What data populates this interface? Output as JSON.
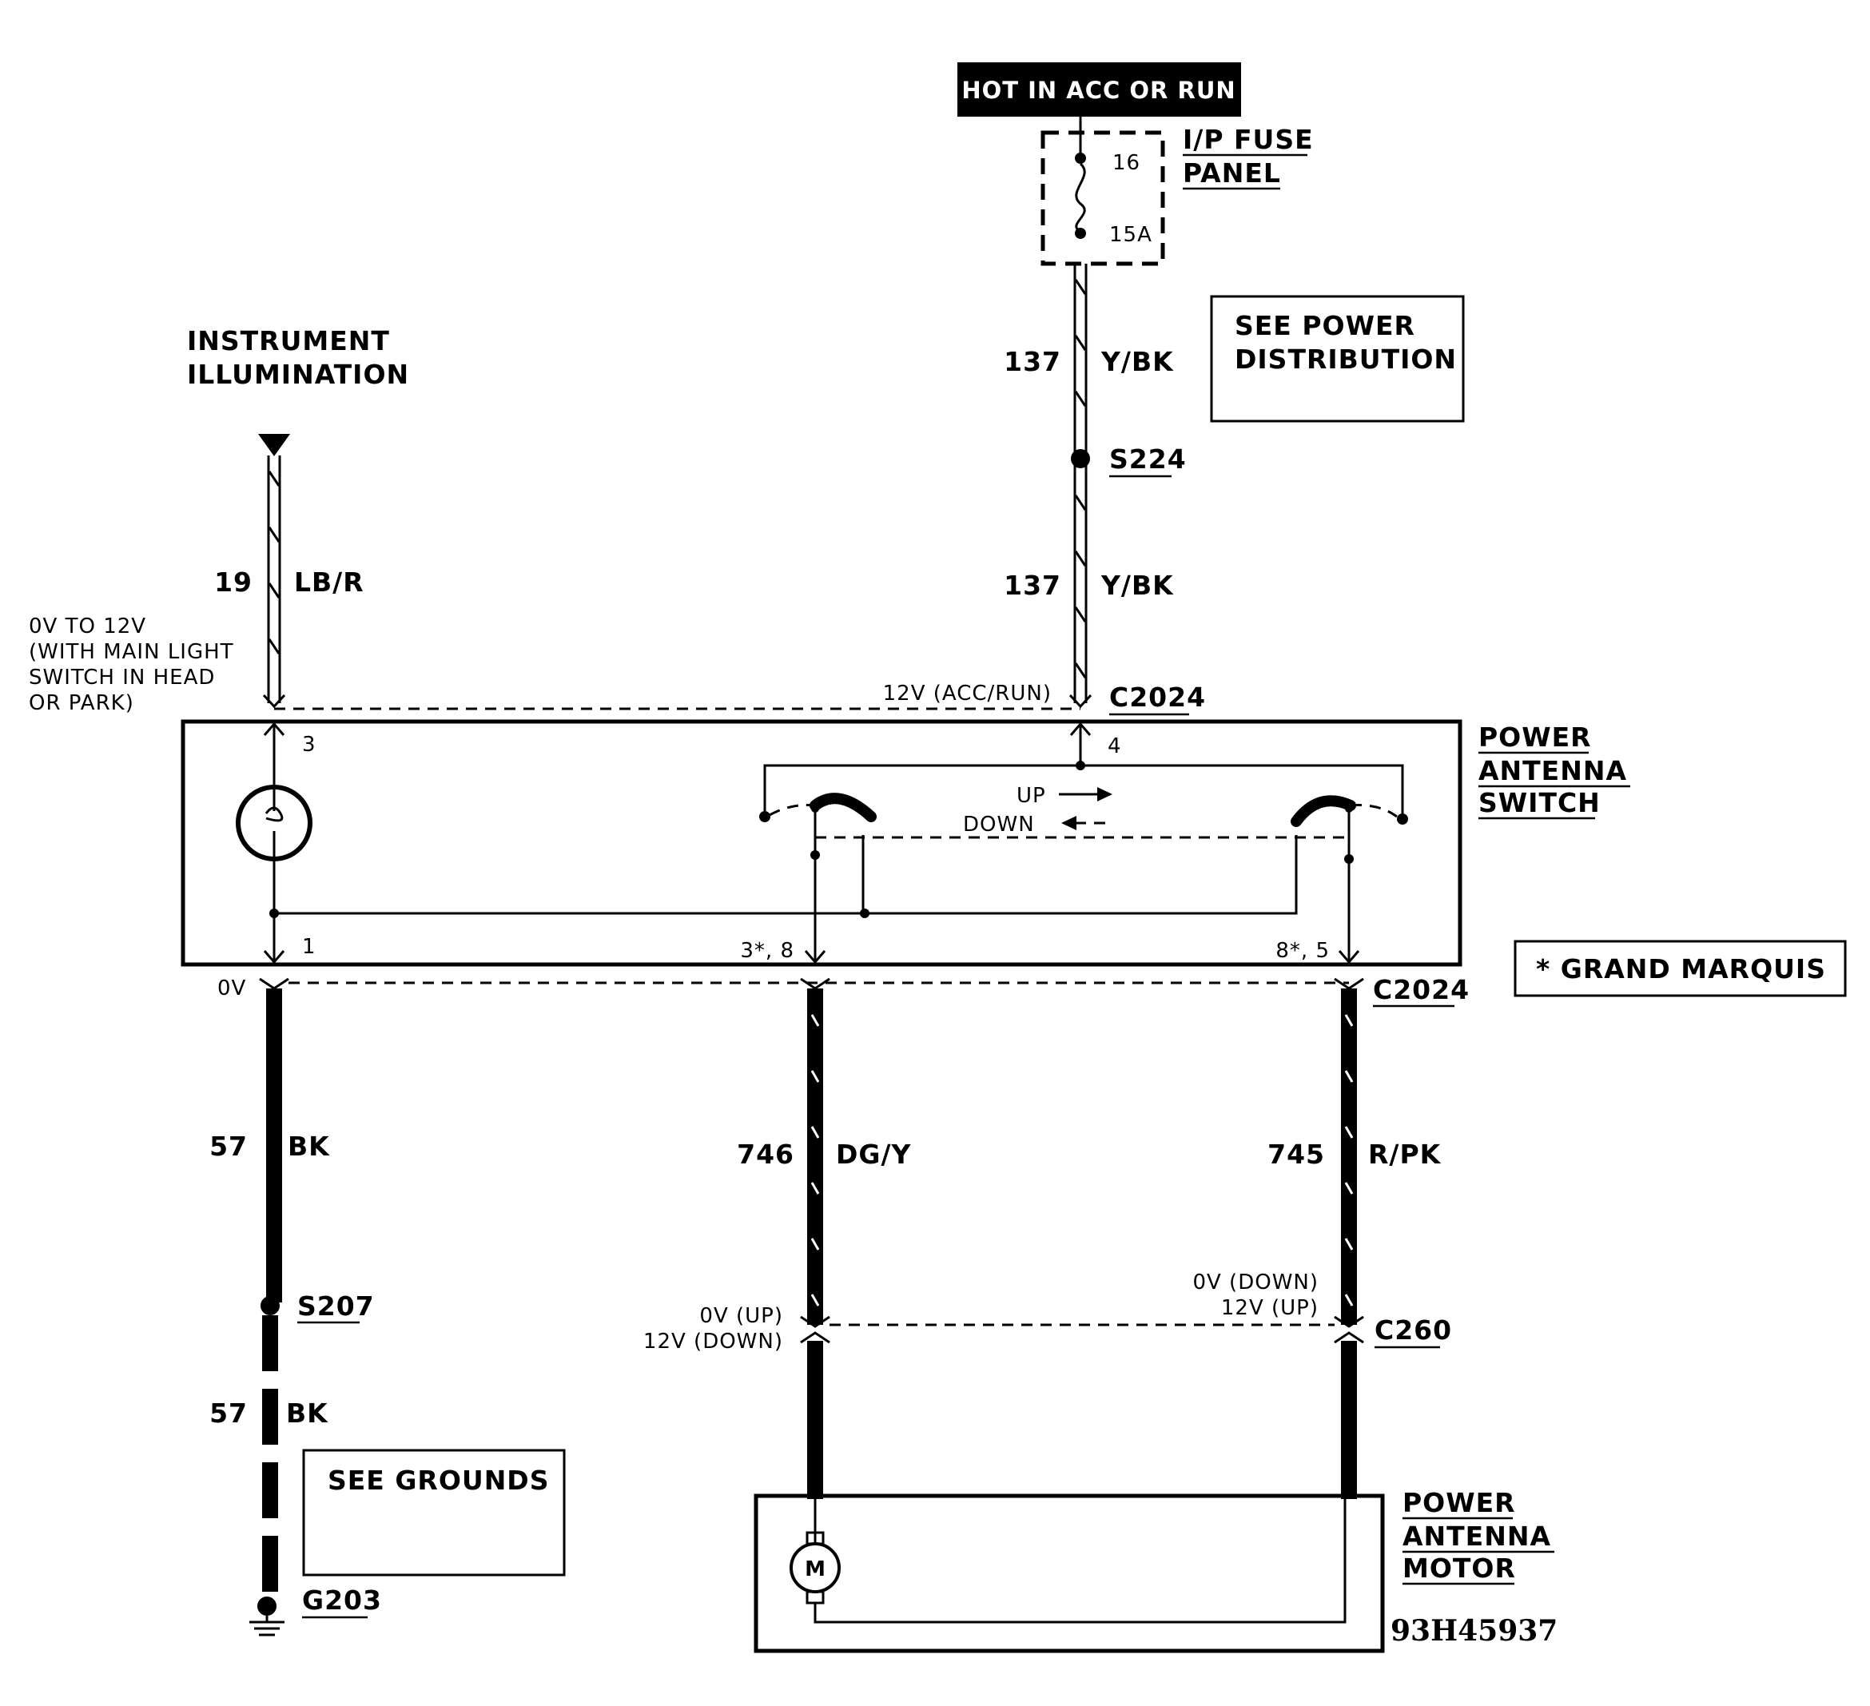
{
  "power_source": {
    "label": "HOT IN ACC OR RUN"
  },
  "fuse": {
    "panel_line1": "I/P FUSE",
    "panel_line2": "PANEL",
    "number": "16",
    "rating": "15A"
  },
  "power_distribution_note": {
    "line1": "SEE POWER",
    "line2": "DISTRIBUTION"
  },
  "wire_137_upper": {
    "number": "137",
    "color": "Y/BK"
  },
  "splice_s224": "S224",
  "wire_137_lower": {
    "number": "137",
    "color": "Y/BK"
  },
  "illumination": {
    "line1": "INSTRUMENT",
    "line2": "ILLUMINATION"
  },
  "wire_19": {
    "number": "19",
    "color": "LB/R"
  },
  "voltage_illum": {
    "line1": "0V TO 12V",
    "line2": "(WITH MAIN LIGHT",
    "line3": "SWITCH IN HEAD",
    "line4": "OR PARK)"
  },
  "voltage_acc_run": "12V (ACC/RUN)",
  "connector_top": "C2024",
  "switch": {
    "line1": "POWER",
    "line2": "ANTENNA",
    "line3": "SWITCH",
    "pin3": "3",
    "pin4": "4",
    "pin1": "1",
    "pin_3_8": "3*, 8",
    "pin_8_5": "8*, 5",
    "up": "UP",
    "down": "DOWN"
  },
  "grand_marquis_note": "* GRAND MARQUIS",
  "voltage_0v": "0V",
  "connector_bottom": "C2024",
  "wire_57_upper": {
    "number": "57",
    "color": "BK"
  },
  "splice_s207": "S207",
  "wire_57_lower": {
    "number": "57",
    "color": "BK"
  },
  "grounds_note": "SEE GROUNDS",
  "ground_g203": "G203",
  "wire_746": {
    "number": "746",
    "color": "DG/Y"
  },
  "wire_745": {
    "number": "745",
    "color": "R/PK"
  },
  "voltage_746": {
    "line1": "0V (UP)",
    "line2": "12V (DOWN)"
  },
  "voltage_745": {
    "line1": "0V (DOWN)",
    "line2": "12V (UP)"
  },
  "connector_c260": "C260",
  "motor": {
    "line1": "POWER",
    "line2": "ANTENNA",
    "line3": "MOTOR",
    "symbol": "M"
  },
  "diagram_id": "93H45937"
}
